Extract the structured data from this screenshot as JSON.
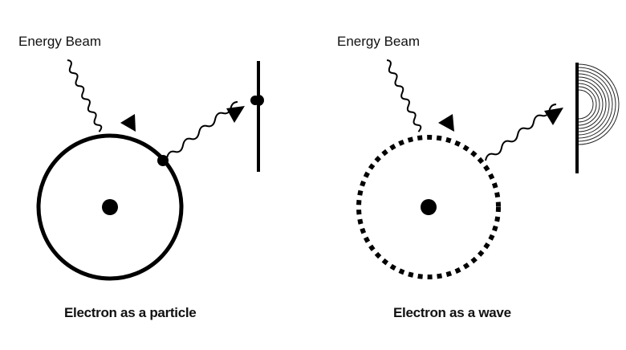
{
  "panels": [
    {
      "beam_label": "Energy Beam",
      "caption": "Electron as a particle",
      "orbit_style": "solid",
      "detector_mark": "dot"
    },
    {
      "beam_label": "Energy Beam",
      "caption": "Electron as a wave",
      "orbit_style": "dotted",
      "detector_mark": "concentric-arcs"
    }
  ],
  "colors": {
    "ink": "#000000",
    "background": "#ffffff"
  }
}
